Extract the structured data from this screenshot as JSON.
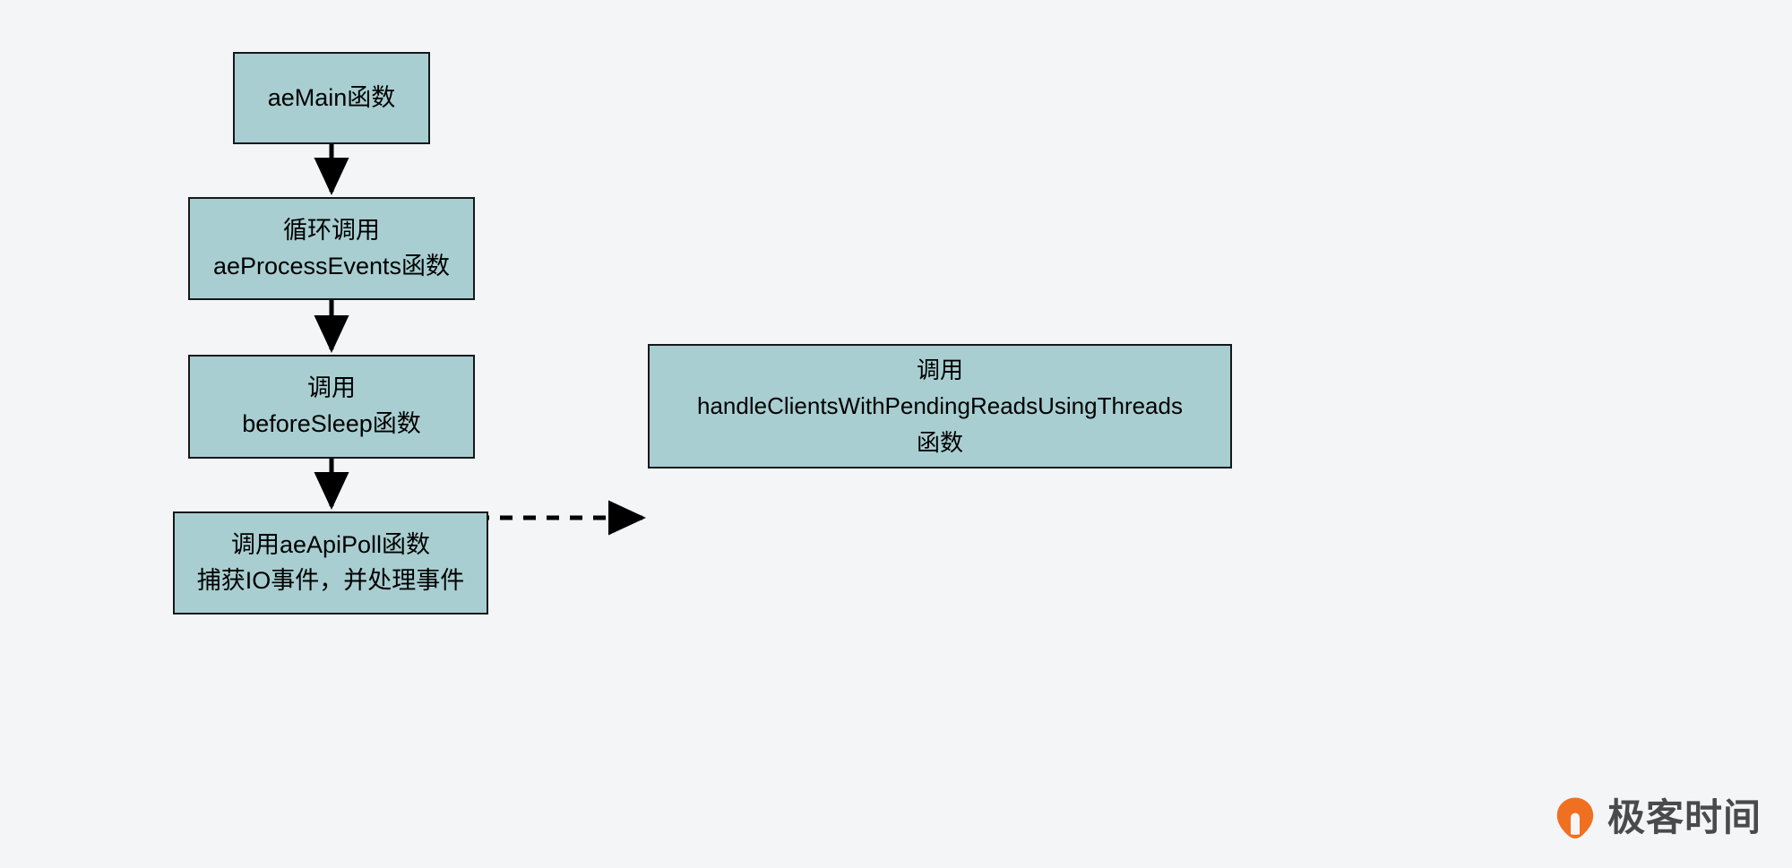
{
  "diagram": {
    "title": "Redis aeMain event loop flow",
    "background_color": "#f4f5f7",
    "node_fill_color": "#a8ced1",
    "node_border_color": "#14181a",
    "edge_color": "#000000",
    "nodes": [
      {
        "id": "aemain",
        "label": "aeMain函数"
      },
      {
        "id": "loop",
        "label": "循环调用\naeProcessEvents函数"
      },
      {
        "id": "before",
        "label": "调用\nbeforeSleep函数"
      },
      {
        "id": "apipoll",
        "label": "调用aeApiPoll函数\n捕获IO事件，并处理事件"
      },
      {
        "id": "threads",
        "label": "调用\nhandleClientsWithPendingReadsUsingThreads\n函数"
      }
    ],
    "edges": [
      {
        "from": "aemain",
        "to": "loop",
        "style": "solid",
        "direction": "down"
      },
      {
        "from": "loop",
        "to": "before",
        "style": "solid",
        "direction": "down"
      },
      {
        "from": "before",
        "to": "apipoll",
        "style": "solid",
        "direction": "down"
      },
      {
        "from": "before",
        "to": "threads",
        "style": "dashed",
        "direction": "right"
      }
    ]
  },
  "watermark": {
    "text": "极客时间",
    "icon": "geektime-logo-icon",
    "icon_color": "#f07022",
    "text_color": "#4a4a4a"
  }
}
